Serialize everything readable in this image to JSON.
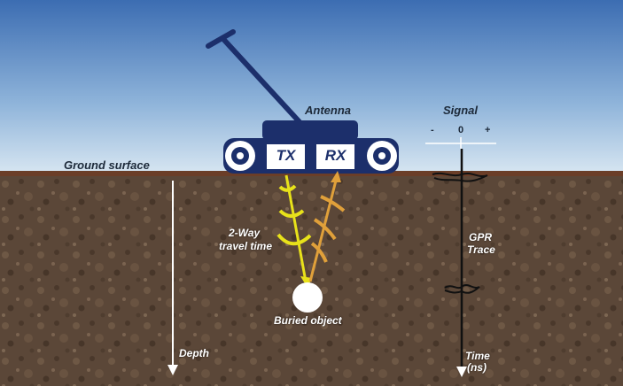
{
  "labels": {
    "antenna": "Antenna",
    "signal": "Signal",
    "ground_surface": "Ground surface",
    "tx": "TX",
    "rx": "RX",
    "two_way_line1": "2-Way",
    "two_way_line2": "travel time",
    "buried_object": "Buried object",
    "depth": "Depth",
    "gpr_line1": "GPR",
    "gpr_line2": "Trace",
    "time_line1": "Time",
    "time_line2": "(ns)"
  },
  "signal_scale": {
    "minus": "-",
    "zero": "0",
    "plus": "+"
  },
  "colors": {
    "sky_top": "#3f6fb3",
    "sky_bottom": "#cfe0ef",
    "soil": "#5a4637",
    "ground_line": "#6b3e28",
    "device": "#1c2f6b",
    "arrow_down": "#e8e21a",
    "arrow_up": "#e0a03a"
  }
}
